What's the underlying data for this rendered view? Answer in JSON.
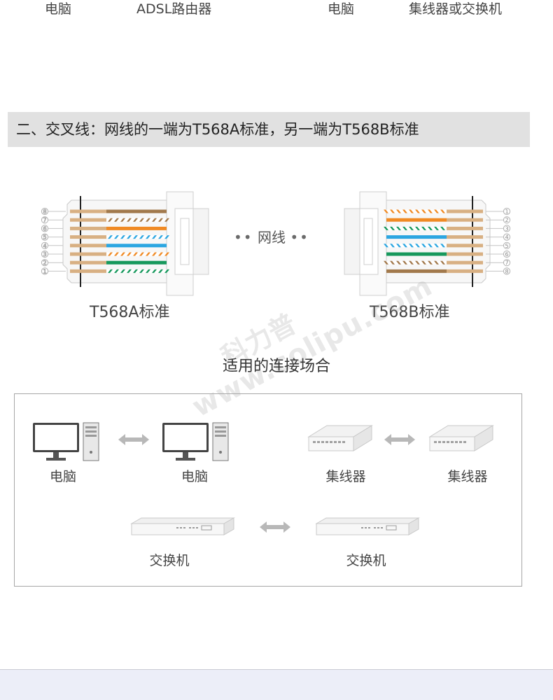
{
  "top_row": {
    "labels": [
      "电脑",
      "ADSL路由器",
      "电脑",
      "集线器或交换机"
    ]
  },
  "section": {
    "heading": "二、交叉线：网线的一端为T568A标准，另一端为T568B标准"
  },
  "connectors": {
    "left_standard": "T568A标准",
    "right_standard": "T568B标准",
    "cable_label": "网线",
    "left_pin_numbers": [
      "8",
      "7",
      "6",
      "5",
      "4",
      "3",
      "2",
      "1"
    ],
    "right_pin_numbers": [
      "1",
      "2",
      "3",
      "4",
      "5",
      "6",
      "7",
      "8"
    ],
    "wire_colors": {
      "brown": "#a2794c",
      "orange": "#f08a24",
      "blue": "#2ba6e1",
      "green": "#16985c",
      "tan": "#d8b083"
    }
  },
  "watermark": {
    "brand": "科力普",
    "url": "www.colipu.com"
  },
  "scenes": {
    "title": "适用的连接场合",
    "pairs": [
      {
        "left": "电脑",
        "right": "电脑",
        "icon": "computer-icon"
      },
      {
        "left": "集线器",
        "right": "集线器",
        "icon": "hub-icon"
      },
      {
        "left": "交换机",
        "right": "交换机",
        "icon": "switch-icon"
      }
    ]
  }
}
